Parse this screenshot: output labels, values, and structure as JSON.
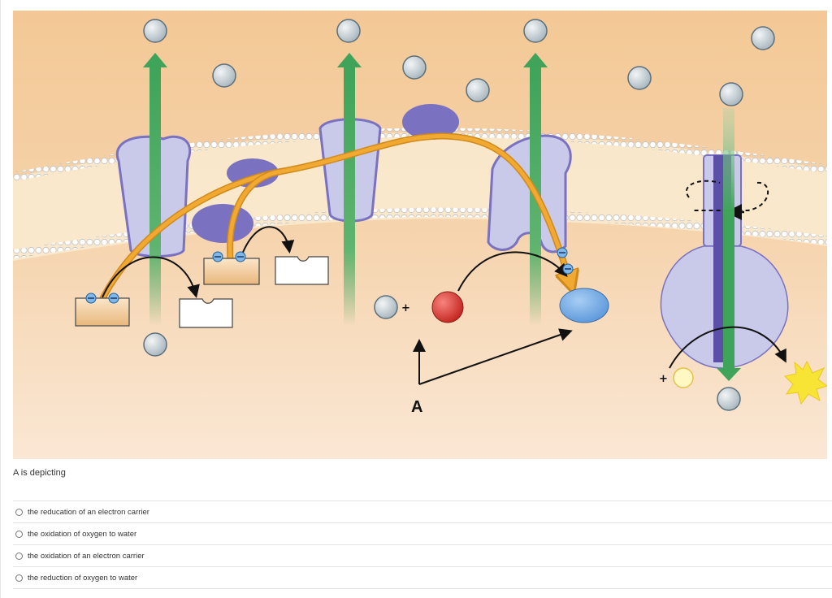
{
  "figure": {
    "label_a": "A",
    "plus_sign": "+",
    "minus_sign": "−",
    "colors": {
      "background_top": "#f3c895",
      "background_bottom": "#f9e4cf",
      "membrane_head": "#ffffff",
      "membrane_tail": "#fdf3dc",
      "protein_fill": "#c9c9ea",
      "protein_dark": "#7a72c0",
      "proton_arrow": "#3fa35a",
      "electron_arrow": "#f2a932",
      "proton_ball": "#b9c6ce",
      "oxygen": "#d8322b",
      "water": "#6ea8e3",
      "photon": "#f7e435",
      "carrier_reduced": "#f2c892"
    }
  },
  "question": {
    "prompt": "A is depicting",
    "options": [
      {
        "label": "the reducation of an electron carrier"
      },
      {
        "label": "the oxidation of oxygen to water"
      },
      {
        "label": "the oxidation of an electron carrier"
      },
      {
        "label": "the reduction of oxygen to water"
      }
    ]
  }
}
